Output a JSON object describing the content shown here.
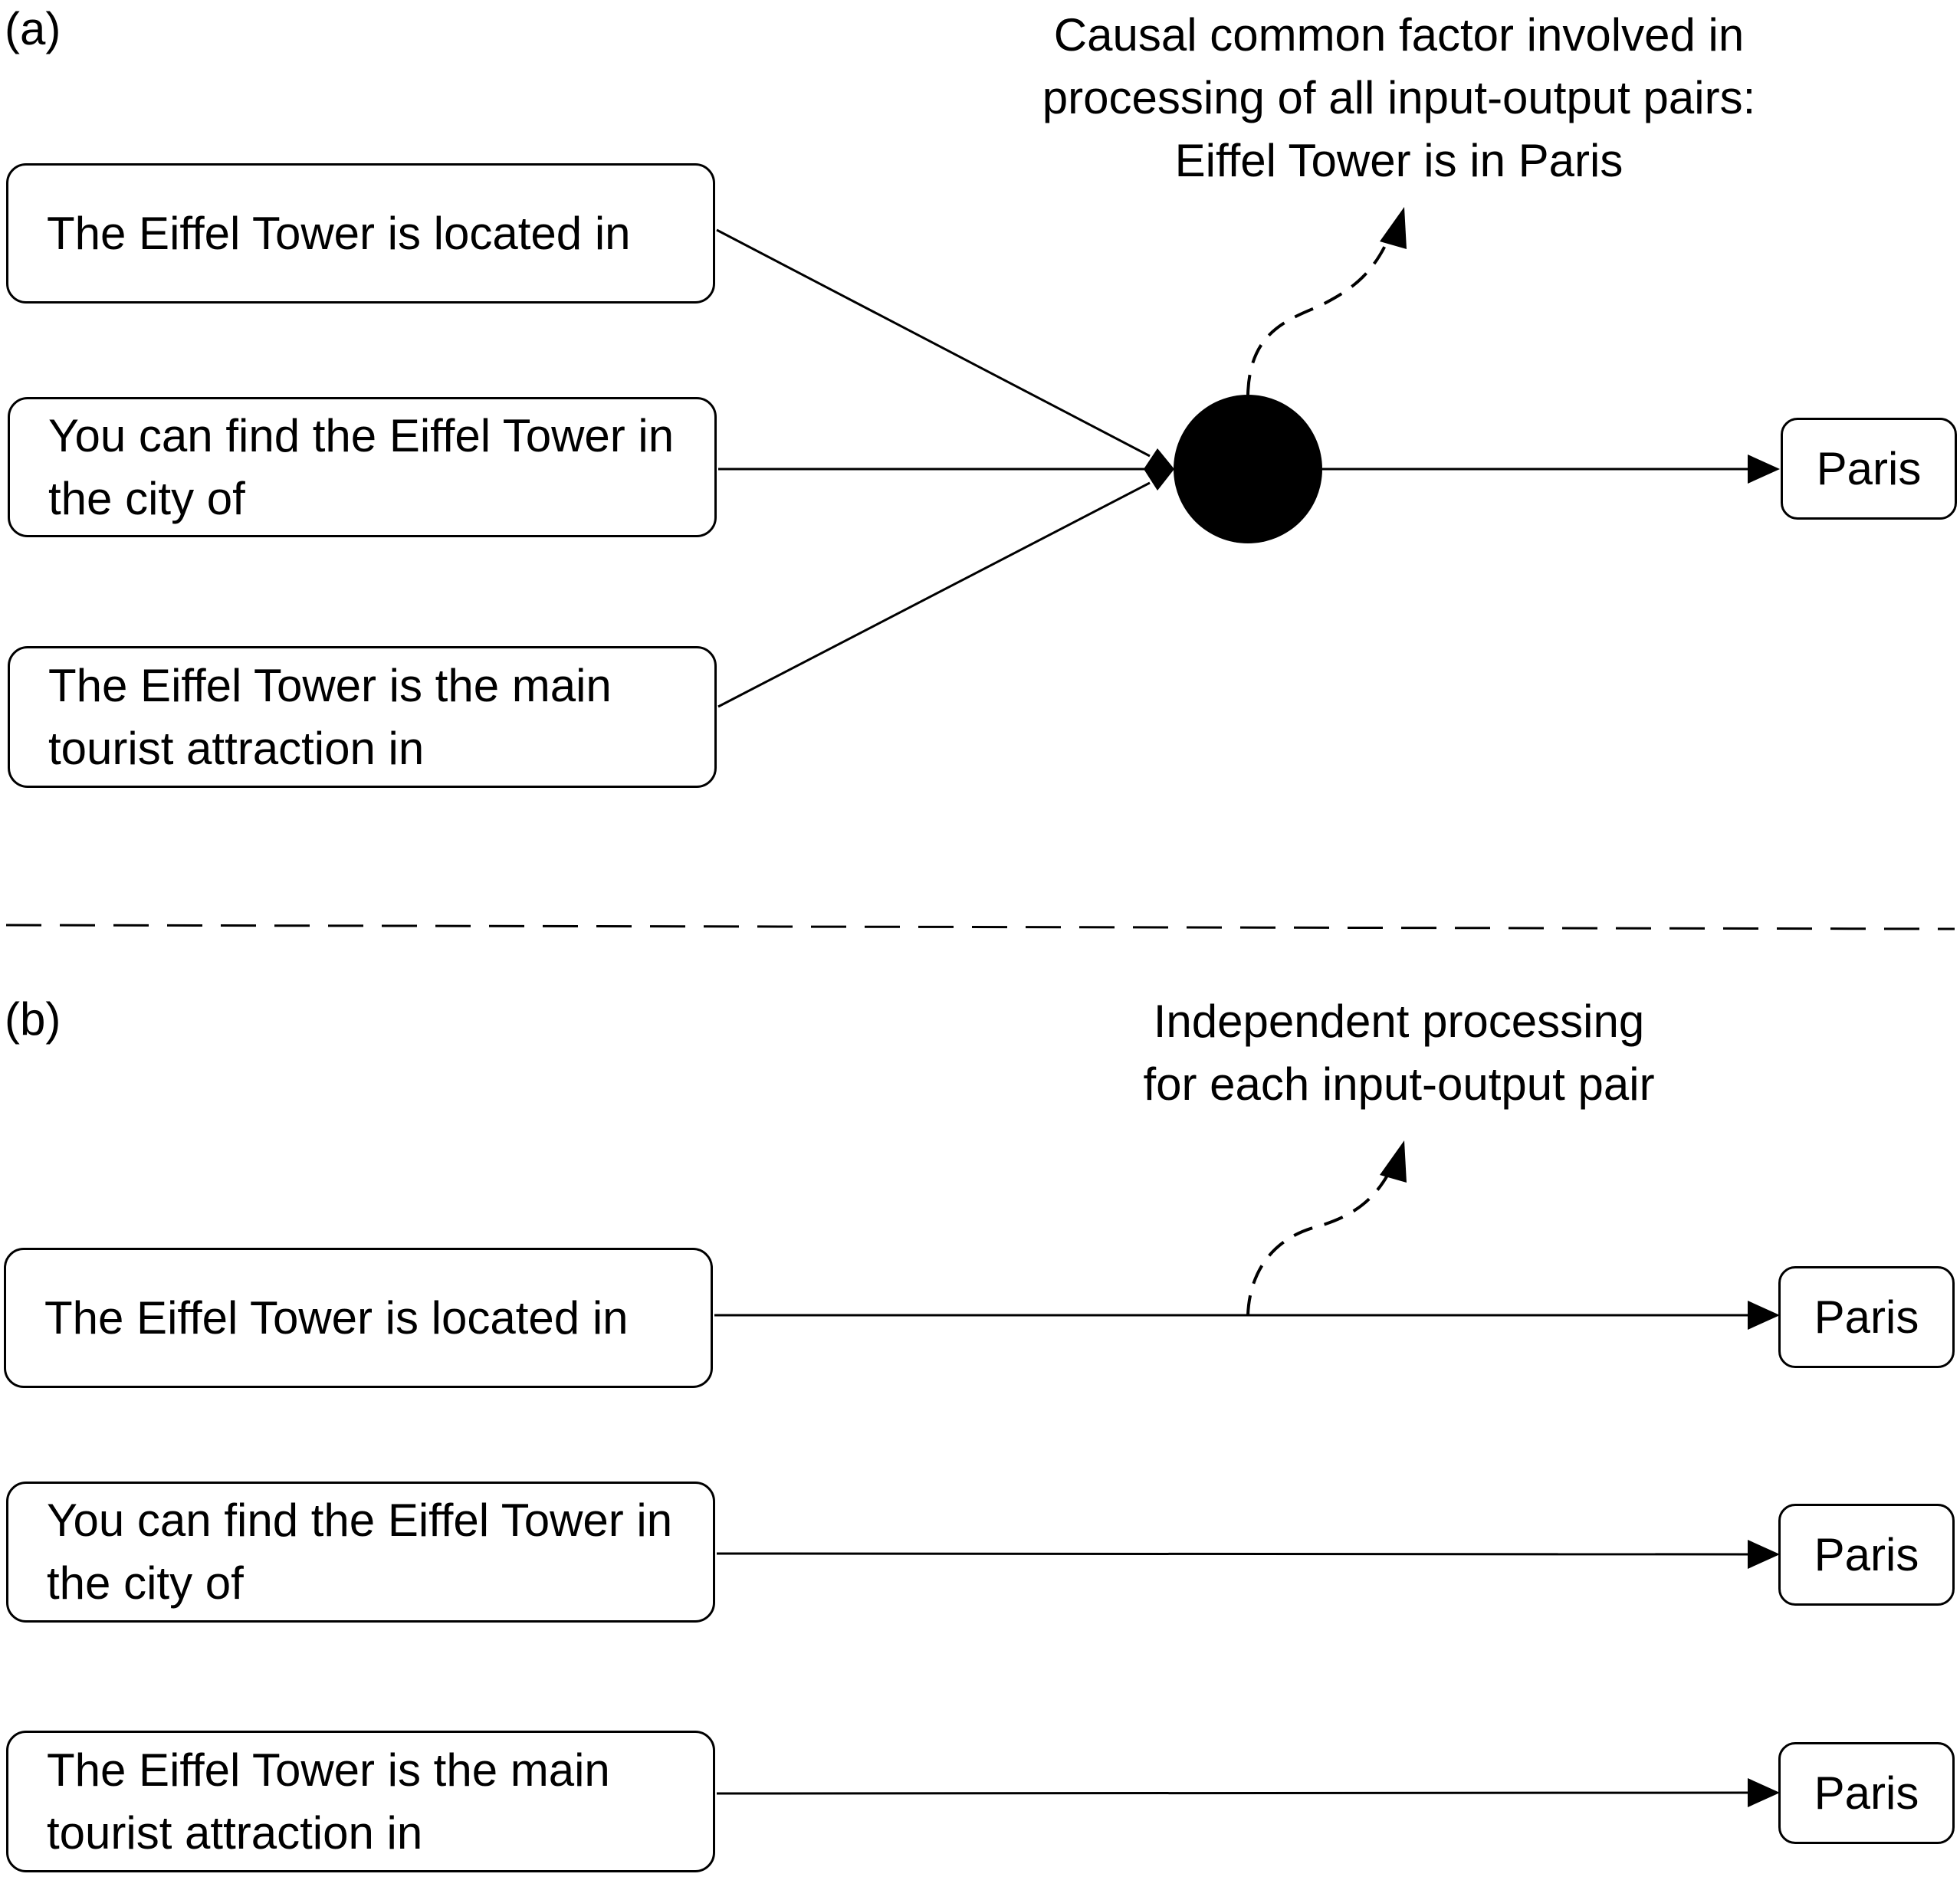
{
  "panel_a": {
    "label": "(a)",
    "caption_lines": [
      "Causal common factor involved in",
      "processing of all input-output pairs:",
      "Eiffel Tower is in Paris"
    ],
    "inputs": [
      "The Eiffel Tower is located in",
      "You can find the Eiffel Tower in the city of",
      "The Eiffel Tower is the main tourist attraction in"
    ],
    "output": "Paris"
  },
  "panel_b": {
    "label": "(b)",
    "caption_lines": [
      "Independent processing",
      "for each input-output pair"
    ],
    "inputs": [
      "The Eiffel Tower is located in",
      "You can find the Eiffel Tower in the city of",
      "The Eiffel Tower is the main tourist attraction in"
    ],
    "outputs": [
      "Paris",
      "Paris",
      "Paris"
    ]
  }
}
